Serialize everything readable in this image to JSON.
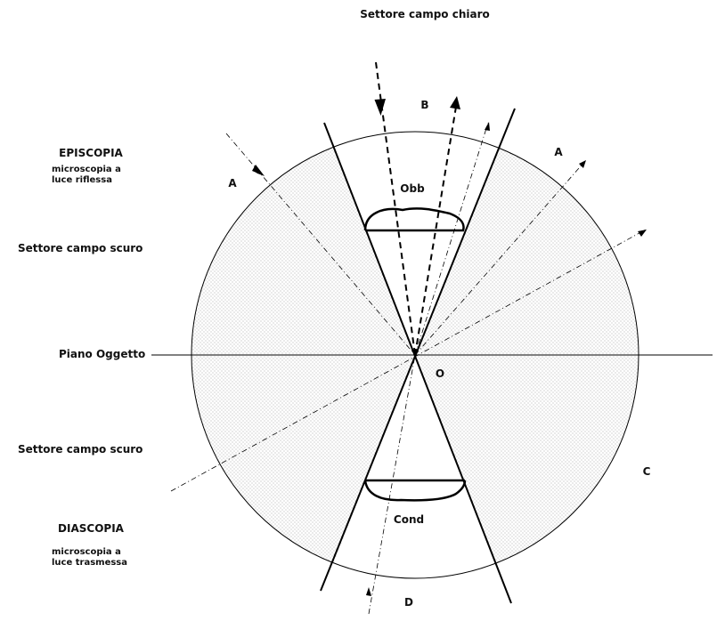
{
  "labels": {
    "top_title": "Settore campo chiaro",
    "episcopia": "EPISCOPIA",
    "episcopia_sub1": "microscopia a",
    "episcopia_sub2": "luce riflessa",
    "dark_upper": "Settore campo scuro",
    "piano": "Piano Oggetto",
    "dark_lower": "Settore campo scuro",
    "diascopia": "DIASCOPIA",
    "diascopia_sub1": "microscopia a",
    "diascopia_sub2": "luce trasmessa",
    "a_left": "A",
    "a_right": "A",
    "b": "B",
    "c": "C",
    "d": "D",
    "o": "O",
    "obb": "Obb",
    "cond": "Cond"
  },
  "colors": {
    "line": "#000000",
    "dots": "#9a9a9a"
  }
}
